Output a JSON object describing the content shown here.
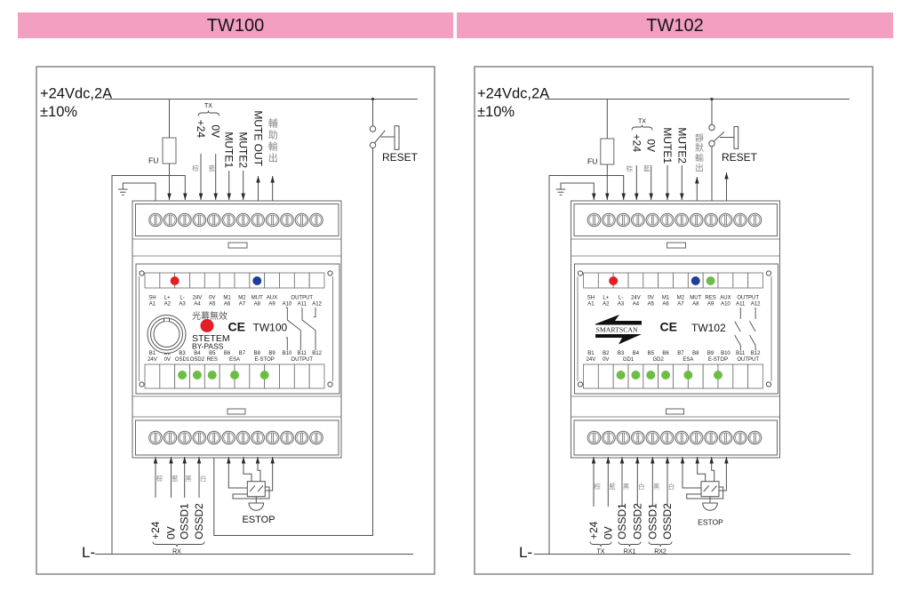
{
  "headers": {
    "left": "TW100",
    "right": "TW102"
  },
  "tw100": {
    "supply": {
      "voltage": "+24Vdc,2A",
      "tolerance": "±10%"
    },
    "neg_rail": "L-",
    "fuse": "FU",
    "reset": "RESET",
    "top_wiring": {
      "tx_group": "TX",
      "plus24": "+24",
      "zero_v": "0V",
      "mute1": "MUTE1",
      "mute2": "MUTE2",
      "mute_out": "MUTE OUT",
      "aux_output_cn": "輔助輸出",
      "wire_colors_cn": [
        "棕",
        "藍"
      ]
    },
    "module": {
      "model": "TW100",
      "ce_mark": "CE",
      "bypass_cn": "光幕無效",
      "brand": "STETEM",
      "bypass": "BY-PASS",
      "bypass_button_color": "#e31e24",
      "terminals_per_block": 12,
      "a_pins": [
        "A1",
        "A2",
        "A3",
        "A4",
        "A5",
        "A6",
        "A7",
        "A8",
        "A9",
        "A10",
        "A11",
        "A12"
      ],
      "a_functions": [
        {
          "label": "SH",
          "pins": [
            1
          ]
        },
        {
          "label": "L+",
          "pins": [
            2
          ]
        },
        {
          "label": "L-",
          "pins": [
            3
          ]
        },
        {
          "label": "24V",
          "pins": [
            4
          ]
        },
        {
          "label": "0V",
          "pins": [
            5
          ]
        },
        {
          "label": "M1",
          "pins": [
            6
          ]
        },
        {
          "label": "M2",
          "pins": [
            7
          ]
        },
        {
          "label": "MUT",
          "pins": [
            8
          ]
        },
        {
          "label": "AUX",
          "pins": [
            9
          ]
        },
        {
          "label": "OUTPUT",
          "pins": [
            10,
            11,
            12
          ]
        }
      ],
      "b_pins": [
        "B1",
        "B2",
        "B3",
        "B4",
        "B5",
        "B6",
        "B7",
        "B8",
        "B9",
        "B10",
        "B11",
        "B12"
      ],
      "b_functions": [
        {
          "label": "24V",
          "pins": [
            1
          ]
        },
        {
          "label": "0V",
          "pins": [
            2
          ]
        },
        {
          "label": "OSD1",
          "pins": [
            3
          ]
        },
        {
          "label": "OSD2",
          "pins": [
            4
          ]
        },
        {
          "label": "RES",
          "pins": [
            5
          ]
        },
        {
          "label": "ESA",
          "pins": [
            6,
            7
          ]
        },
        {
          "label": "E-STOP",
          "pins": [
            8,
            9
          ]
        },
        {
          "label": "OUTPUT",
          "pins": [
            10,
            11,
            12
          ]
        }
      ],
      "leds_top": [
        {
          "name": "power",
          "pins": [
            2,
            3
          ],
          "color": "#e31e24"
        },
        {
          "name": "mute",
          "pins": [
            8
          ],
          "color": "#1d3f97"
        }
      ],
      "leds_bottom": [
        {
          "name": "osd1",
          "pins": [
            3
          ],
          "color": "#6cbd45"
        },
        {
          "name": "osd2",
          "pins": [
            4
          ],
          "color": "#6cbd45"
        },
        {
          "name": "res",
          "pins": [
            5
          ],
          "color": "#6cbd45"
        },
        {
          "name": "esa",
          "pins": [
            6,
            7
          ],
          "color": "#6cbd45"
        },
        {
          "name": "e-stop",
          "pins": [
            8,
            9
          ],
          "color": "#6cbd45"
        }
      ]
    },
    "bottom_wiring": {
      "wire_colors_cn": [
        "棕",
        "藍",
        "黑",
        "白"
      ],
      "signals": [
        "+24",
        "0V",
        "OSSD1",
        "OSSD2"
      ],
      "groups": [
        "RX"
      ],
      "estop": "ESTOP"
    }
  },
  "tw102": {
    "supply": {
      "voltage": "+24Vdc,2A",
      "tolerance": "±10%"
    },
    "neg_rail": "L-",
    "fuse": "FU",
    "reset": "RESET",
    "top_wiring": {
      "tx_group": "TX",
      "plus24": "+24",
      "zero_v": "0V",
      "mute1": "MUTE1",
      "mute2": "MUTE2",
      "mute_output_cn": "靜默輸出",
      "wire_colors_cn": [
        "棕",
        "藍"
      ]
    },
    "module": {
      "model": "TW102",
      "ce_mark": "CE",
      "logo": "SMARTSCAN",
      "terminals_per_block": 12,
      "a_pins": [
        "A1",
        "A2",
        "A3",
        "A4",
        "A5",
        "A6",
        "A7",
        "A8",
        "A9",
        "A10",
        "A11",
        "A12"
      ],
      "a_functions": [
        {
          "label": "SH",
          "pins": [
            1
          ]
        },
        {
          "label": "L+",
          "pins": [
            2
          ]
        },
        {
          "label": "L-",
          "pins": [
            3
          ]
        },
        {
          "label": "24V",
          "pins": [
            4
          ]
        },
        {
          "label": "0V",
          "pins": [
            5
          ]
        },
        {
          "label": "M1",
          "pins": [
            6
          ]
        },
        {
          "label": "M2",
          "pins": [
            7
          ]
        },
        {
          "label": "MUT",
          "pins": [
            8
          ]
        },
        {
          "label": "RES",
          "pins": [
            9
          ]
        },
        {
          "label": "AUX",
          "pins": [
            10
          ]
        },
        {
          "label": "OUTPUT",
          "pins": [
            11,
            12
          ]
        }
      ],
      "b_pins": [
        "B1",
        "B2",
        "B3",
        "B4",
        "B5",
        "B6",
        "B7",
        "B8",
        "B9",
        "B10",
        "B11",
        "B12"
      ],
      "b_functions": [
        {
          "label": "24V",
          "pins": [
            1
          ]
        },
        {
          "label": "0V",
          "pins": [
            2
          ]
        },
        {
          "label": "GD1",
          "pins": [
            3,
            4
          ]
        },
        {
          "label": "GD2",
          "pins": [
            5,
            6
          ]
        },
        {
          "label": "ESA",
          "pins": [
            7,
            8
          ]
        },
        {
          "label": "E-STOP",
          "pins": [
            9,
            10
          ]
        },
        {
          "label": "OUTPUT",
          "pins": [
            11,
            12
          ]
        }
      ],
      "leds_top": [
        {
          "name": "power",
          "pins": [
            2,
            3
          ],
          "color": "#e31e24"
        },
        {
          "name": "mute",
          "pins": [
            8
          ],
          "color": "#1d3f97"
        },
        {
          "name": "reset",
          "pins": [
            9
          ],
          "color": "#6cbd45"
        }
      ],
      "leds_bottom": [
        {
          "name": "gd1-b3",
          "pins": [
            3
          ],
          "color": "#6cbd45"
        },
        {
          "name": "gd1-b4",
          "pins": [
            4
          ],
          "color": "#6cbd45"
        },
        {
          "name": "gd2-b5",
          "pins": [
            5
          ],
          "color": "#6cbd45"
        },
        {
          "name": "gd2-b6",
          "pins": [
            6
          ],
          "color": "#6cbd45"
        },
        {
          "name": "esa",
          "pins": [
            7,
            8
          ],
          "color": "#6cbd45"
        },
        {
          "name": "e-stop",
          "pins": [
            9,
            10
          ],
          "color": "#6cbd45"
        }
      ]
    },
    "bottom_wiring": {
      "wire_colors_cn": [
        "棕",
        "藍",
        "黑",
        "白",
        "黑",
        "白"
      ],
      "signals": [
        "+24",
        "0V",
        "OSSD1",
        "OSSD2",
        "OSSD1",
        "OSSD2"
      ],
      "groups": [
        "TX",
        "RX1",
        "RX2"
      ],
      "estop": "ESTOP"
    }
  }
}
